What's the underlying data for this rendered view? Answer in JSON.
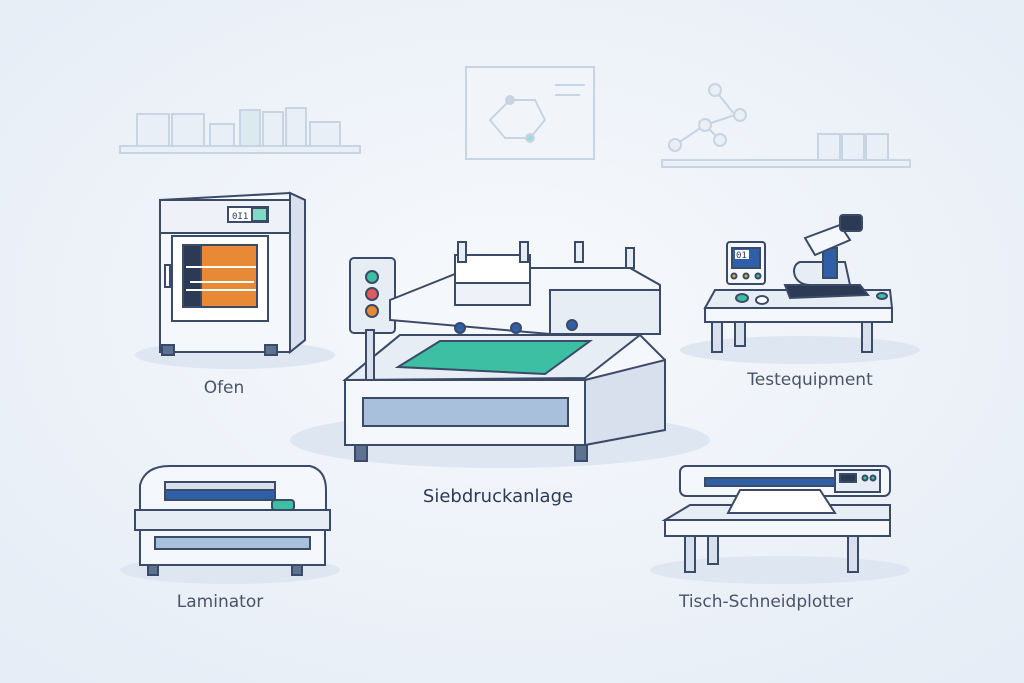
{
  "labels": {
    "oven": "Ofen",
    "test_equipment": "Testequipment",
    "screen_printer": "Siebdruckanlage",
    "laminator": "Laminator",
    "cutting_plotter": "Tisch-Schneidplotter"
  },
  "displays": {
    "oven_display": "0I1",
    "test_display": "01"
  },
  "colors": {
    "background": "#eef3f9",
    "outline": "#3b4a66",
    "machine_body": "#f4f7fb",
    "accent_teal": "#3cbfa3",
    "accent_orange": "#e88a35",
    "accent_blue": "#2f5fa8"
  }
}
